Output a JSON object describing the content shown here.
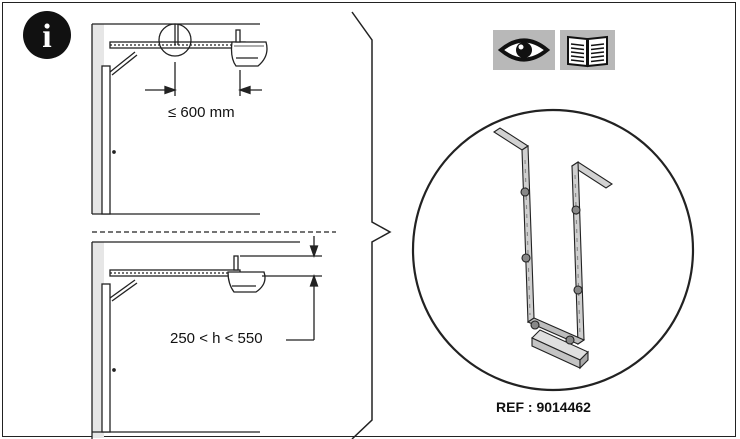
{
  "icons": {
    "info": "info-icon",
    "eye": "eye-icon",
    "manual": "book-icon"
  },
  "info_glyph": "i",
  "top_view": {
    "distance_label": "≤ 600 mm"
  },
  "bottom_view": {
    "height_label": "250 < h < 550"
  },
  "bracket": {
    "reference": "REF : 9014462"
  },
  "colors": {
    "line": "#222222",
    "icon_background": "#b8b8b8",
    "wall": "#e6e6e6"
  }
}
